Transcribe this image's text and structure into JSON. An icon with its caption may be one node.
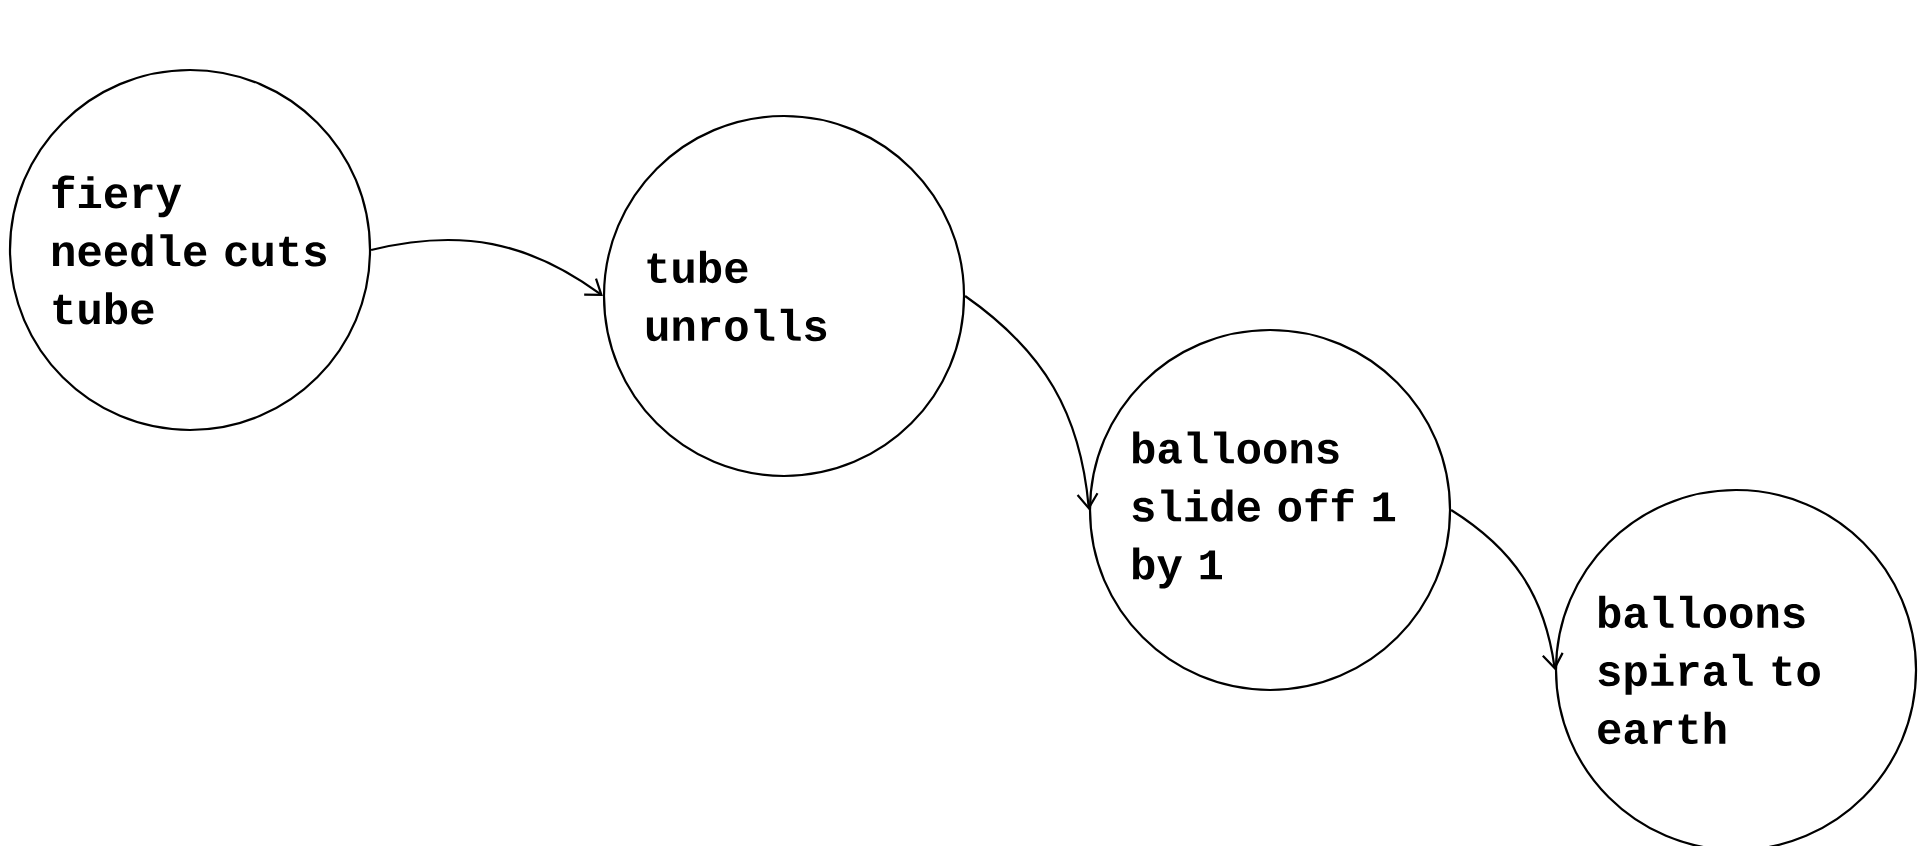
{
  "diagram": {
    "nodes": [
      {
        "text": [
          "fiery needle cuts tube"
        ]
      },
      {
        "text": [
          "tube unrolls"
        ]
      },
      {
        "text": [
          "balloons slide off 1 by 1"
        ]
      },
      {
        "text": [
          "balloons spiral to earth"
        ]
      }
    ],
    "edges": [
      {
        "from": 0,
        "to": 1,
        "arrow": "to"
      },
      {
        "from": 1,
        "to": 2,
        "arrow": "to"
      },
      {
        "from": 2,
        "to": 3,
        "arrow": "to"
      }
    ]
  }
}
